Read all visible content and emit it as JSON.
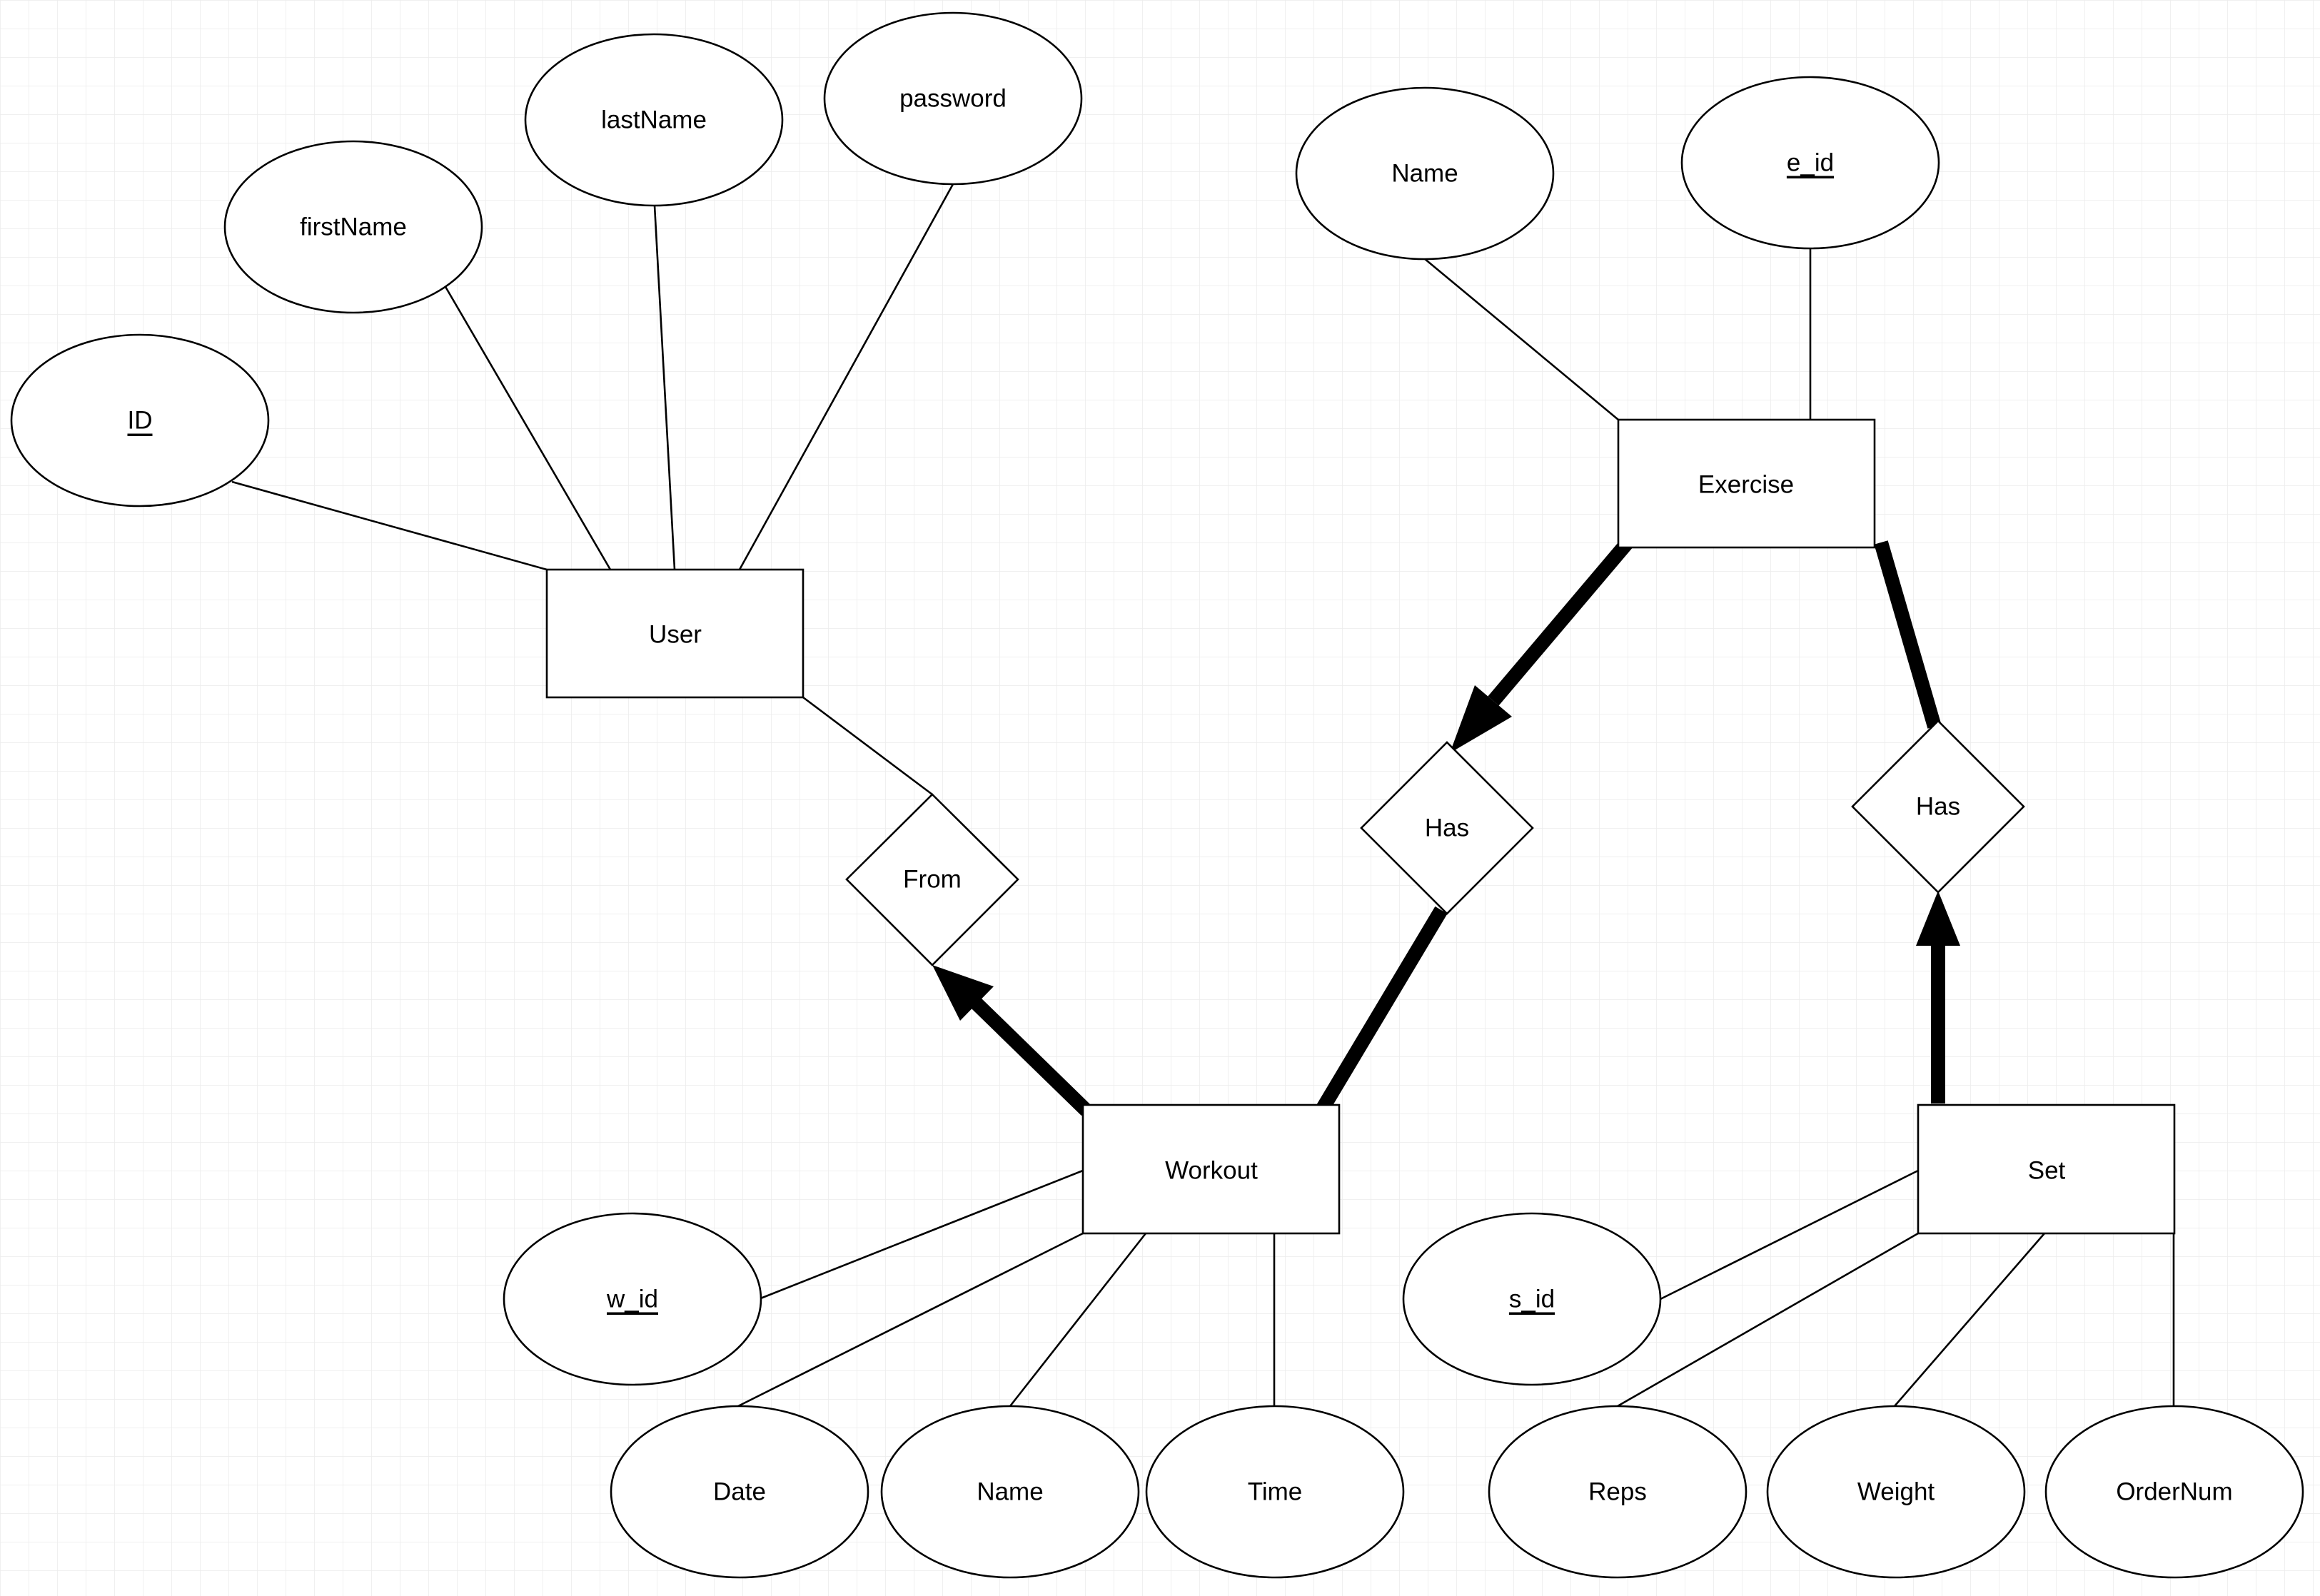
{
  "entities": {
    "user": "User",
    "exercise": "Exercise",
    "workout": "Workout",
    "set": "Set"
  },
  "relationships": {
    "from": "From",
    "has_exercise_workout": "Has",
    "has_exercise_set": "Has"
  },
  "attributes": {
    "user_id": "ID",
    "user_first_name": "firstName",
    "user_last_name": "lastName",
    "user_password": "password",
    "exercise_name": "Name",
    "exercise_e_id": "e_id",
    "workout_w_id": "w_id",
    "workout_date": "Date",
    "workout_name": "Name",
    "workout_time": "Time",
    "set_s_id": "s_id",
    "set_reps": "Reps",
    "set_weight": "Weight",
    "set_order_num": "OrderNum"
  },
  "colors": {
    "background": "#ffffff",
    "grid": "#ececec",
    "stroke": "#000000"
  }
}
